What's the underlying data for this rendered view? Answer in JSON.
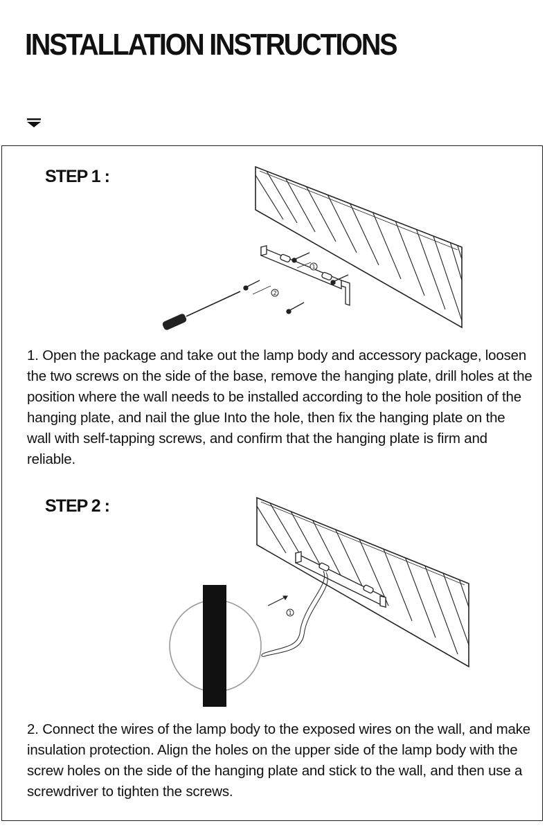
{
  "header": {
    "title": "INSTALLATION INSTRUCTIONS"
  },
  "steps": [
    {
      "label": "STEP 1 :",
      "text": "1. Open the package and take out the lamp body and accessory package, loosen the two screws on the side of the base, remove the hanging plate, drill holes at the position where the wall needs to be installed according to the hole position of the hanging plate, and nail the glue Into the hole, then fix the hanging plate on the wall with self-tapping screws, and confirm that the hanging plate is firm and reliable.",
      "callouts": [
        "①",
        "②"
      ]
    },
    {
      "label": "STEP 2 :",
      "text": "2. Connect the wires of the lamp body to the exposed wires on the wall, and make insulation protection. Align the holes on the upper side of the lamp body with the screw holes on the side of the hanging plate and stick to the wall, and then use a screwdriver to tighten the screws.",
      "callouts": [
        "①"
      ]
    }
  ]
}
